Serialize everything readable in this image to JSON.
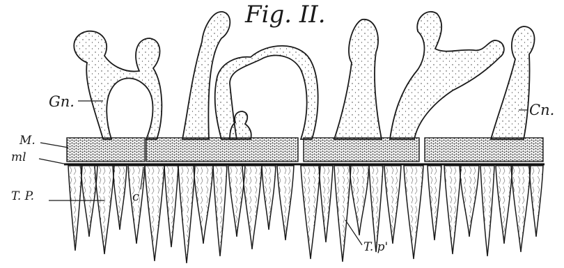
{
  "figure": {
    "title": "Fig. II.",
    "labels": {
      "gn": "Gn.",
      "cn": "Cn.",
      "m": "M.",
      "ml": "ml",
      "c": "c",
      "tp": "T. P.",
      "tp_prime": "T. p'"
    }
  },
  "colors": {
    "ink": "#1a1a1a",
    "paper": "#ffffff"
  }
}
